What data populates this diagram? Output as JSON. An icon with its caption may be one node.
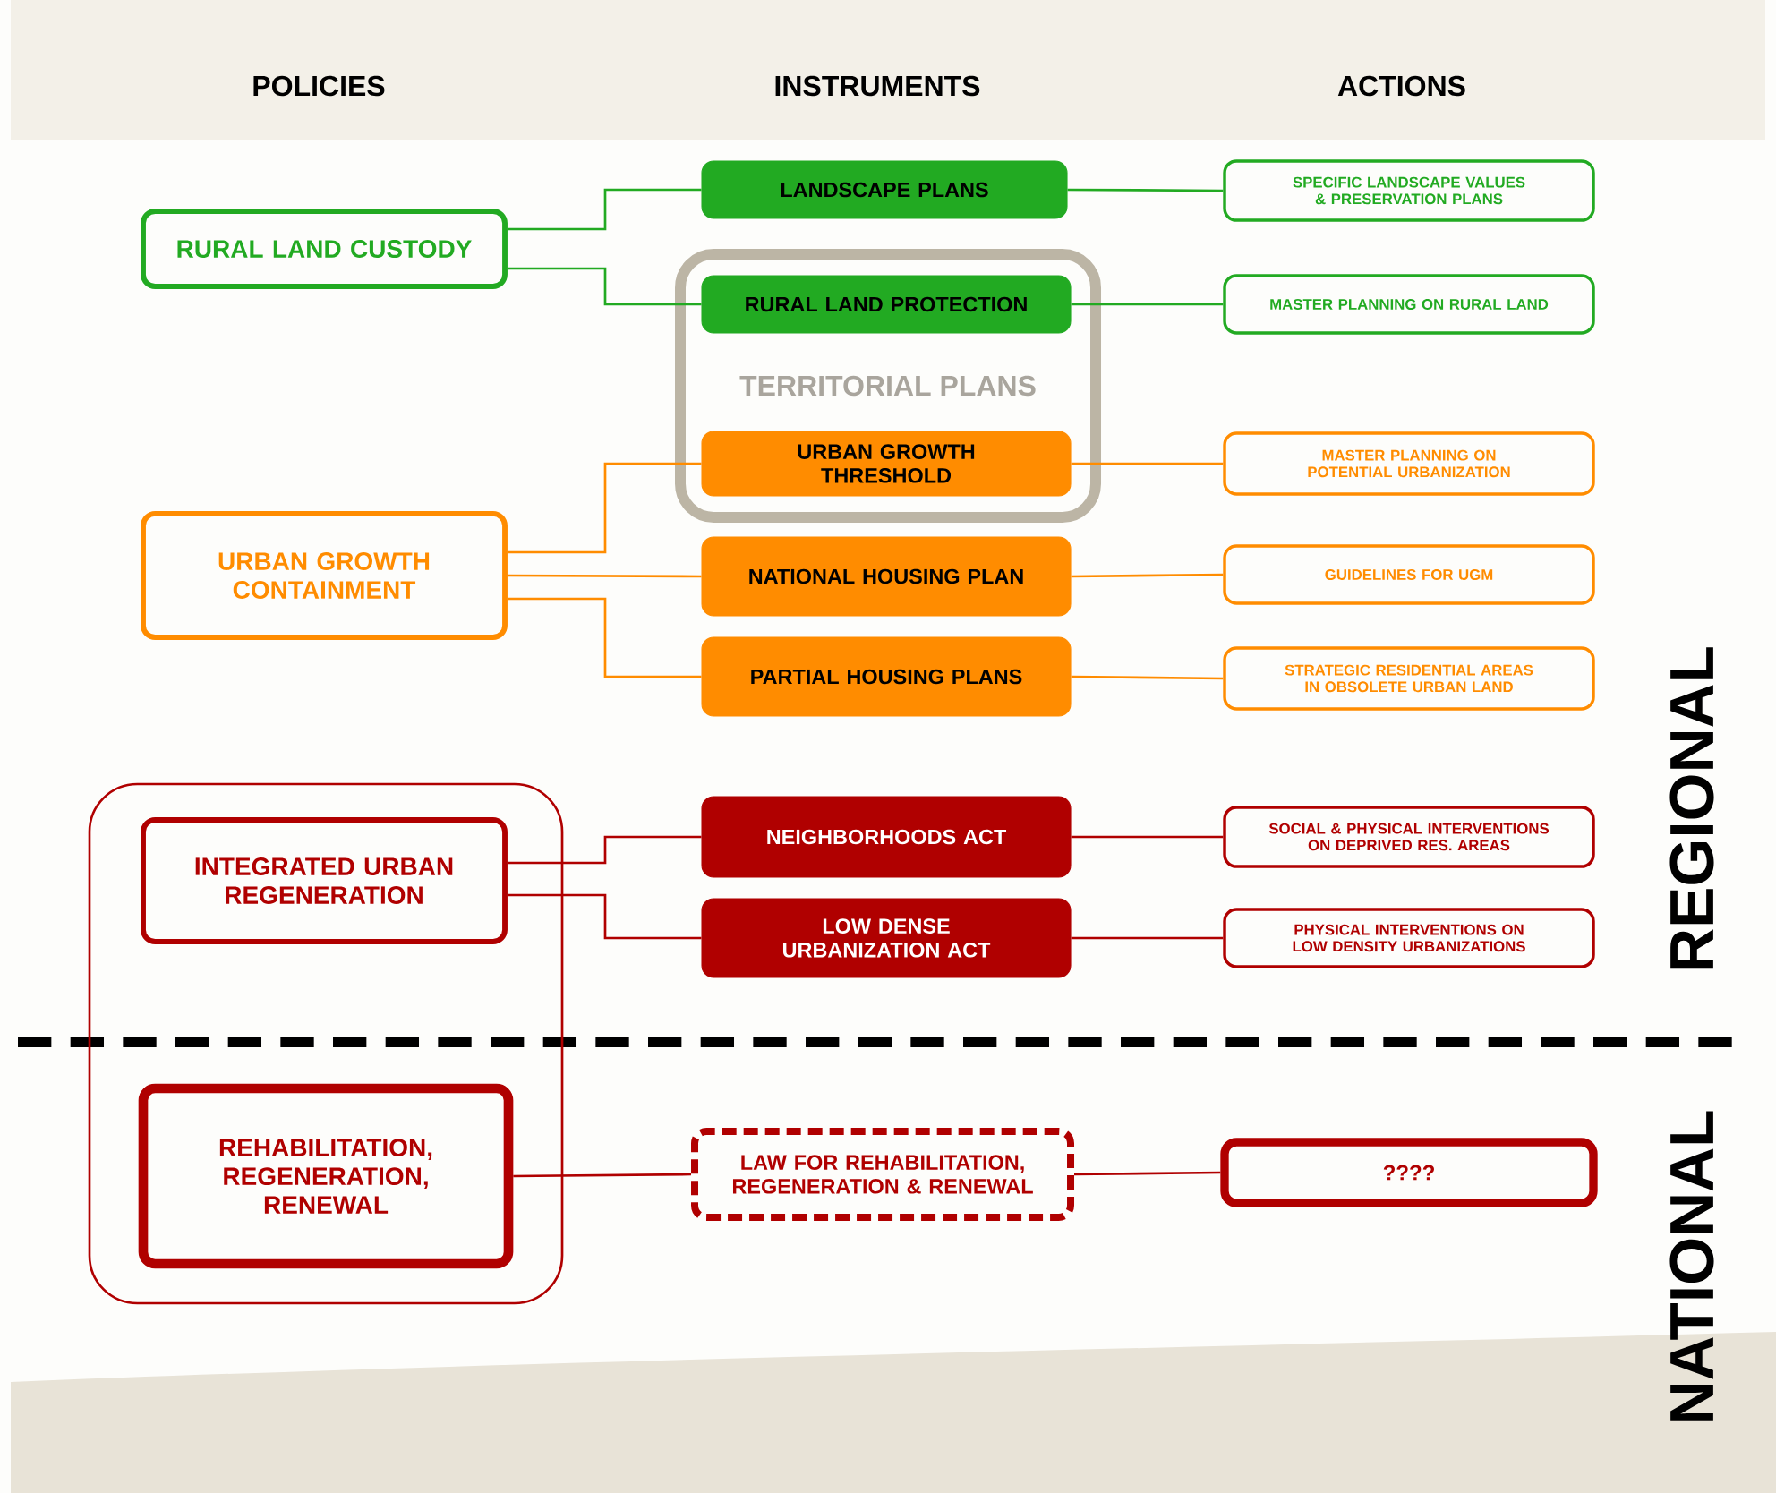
{
  "diagram": {
    "nodes": [
      {
        "text": [
          "RURAL LAND CUSTODY"
        ]
      },
      {
        "text": [
          "LANDSCAPE PLANS"
        ]
      },
      {
        "text": [
          "TERRITORIAL PLANS"
        ]
      },
      {
        "text": [
          "RURAL LAND PROTECTION"
        ],
        "in": 2
      },
      {
        "text": [
          "URBAN GROWTH THRESHOLD"
        ],
        "in": 2
      },
      {
        "text": [
          "URBAN GROWTH CONTAINMENT"
        ]
      },
      {
        "text": [
          "NATIONAL HOUSING PLAN"
        ]
      },
      {
        "text": [
          "PARTIAL HOUSING PLANS"
        ]
      },
      {
        "text": [],
        "shape": "box"
      },
      {
        "text": [
          "INTEGRATED URBAN REGENERATION"
        ],
        "in": 8
      },
      {
        "text": [
          "REHABILITATION, REGENERATION, RENEWAL"
        ],
        "in": 8
      },
      {
        "text": [
          "NEIGHBORHOODS ACT"
        ]
      },
      {
        "text": [
          "LOW DENSE  URBANIZATION ACT"
        ]
      },
      {
        "text": [
          "LAW FOR REHABILITATION, REGENERATION & RENEWAL"
        ]
      },
      {
        "text": [
          "SPECIFIC LANDSCAPE VALUES & PRESERVATION PLANS"
        ]
      },
      {
        "text": [
          "MASTER PLANNING ON RURAL LAND"
        ]
      },
      {
        "text": [
          "MASTER PLANNING ON POTENTIAL URBANIZATION"
        ]
      },
      {
        "text": [
          "GUIDELINES FOR UGM"
        ]
      },
      {
        "text": [
          "STRATEGIC RESIDENTIAL AREAS IN OBSOLETE URBAN LAND"
        ]
      },
      {
        "text": [
          "SOCIAL & PHYSICAL INTERVENTIONS ON DEPRIVED RES. AREAS"
        ]
      },
      {
        "text": [
          "PHYSICAL INTERVENTIONS ON LOW DENSITY URBANIZATIONS"
        ]
      },
      {
        "text": [
          "????"
        ]
      }
    ],
    "edges": [
      {
        "from": 0,
        "to": 1,
        "arrow": "none",
        "color": "#22aa22"
      },
      {
        "from": 0,
        "to": 3,
        "arrow": "none",
        "color": "#22aa22"
      },
      {
        "from": 5,
        "to": 4,
        "arrow": "none",
        "color": "#ff8c00"
      },
      {
        "from": 5,
        "to": 6,
        "arrow": "none",
        "color": "#ff8c00"
      },
      {
        "from": 5,
        "to": 7,
        "arrow": "none",
        "color": "#ff8c00"
      },
      {
        "from": 9,
        "to": 11,
        "arrow": "none",
        "color": "#b00000"
      },
      {
        "from": 9,
        "to": 12,
        "arrow": "none",
        "color": "#b00000"
      },
      {
        "from": 10,
        "to": 13,
        "arrow": "none",
        "color": "#b00000"
      },
      {
        "from": 1,
        "to": 14,
        "arrow": "none",
        "color": "#22aa22"
      },
      {
        "from": 3,
        "to": 15,
        "arrow": "none",
        "color": "#22aa22"
      },
      {
        "from": 4,
        "to": 16,
        "arrow": "none",
        "color": "#ff8c00"
      },
      {
        "from": 6,
        "to": 17,
        "arrow": "none",
        "color": "#ff8c00"
      },
      {
        "from": 7,
        "to": 18,
        "arrow": "none",
        "color": "#ff8c00"
      },
      {
        "from": 11,
        "to": 19,
        "arrow": "none",
        "color": "#b00000"
      },
      {
        "from": 12,
        "to": 20,
        "arrow": "none",
        "color": "#b00000"
      },
      {
        "from": 13,
        "to": 21,
        "arrow": "none",
        "color": "#b00000"
      }
    ],
    "labels": [
      "POLICIES",
      "INSTRUMENTS",
      "ACTIONS",
      "REGIONAL",
      "NATIONAL"
    ]
  }
}
